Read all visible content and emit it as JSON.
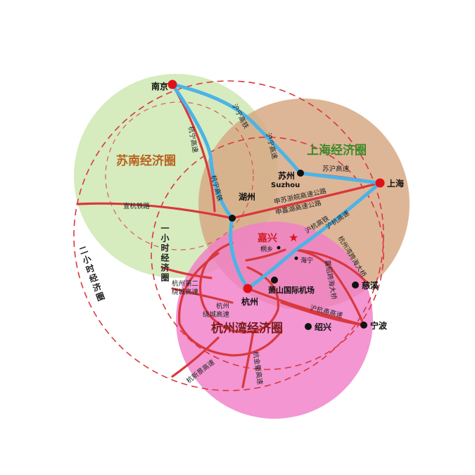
{
  "colors": {
    "sunan": "#cfe8b3",
    "shanghai": "#d7a985",
    "hangzhou_bay": "#f07fc8",
    "road": "#d9383d",
    "rail_blue": "#4bb4e6",
    "dashed": "#d9383d",
    "city_red": "#e0101a",
    "city_black": "#111111"
  },
  "regions": {
    "sunan": "苏南经济圈",
    "shanghai": "上海经济圈",
    "hangzhou_bay": "杭州湾经济圈",
    "one_hour": "一小时经济圈",
    "two_hour": "二小时经济圈"
  },
  "cities": {
    "nanjing": "南京",
    "suzhou": "苏州",
    "suzhou_en": "Suzhou",
    "shanghai": "上海",
    "huzhou": "湖州",
    "jiaxing": "嘉兴",
    "tongxiang": "桐乡",
    "haining": "海宁",
    "hangzhou": "杭州",
    "xiaoshan_airport": "萧山国际机场",
    "shaoxing": "绍兴",
    "ningbo": "宁波",
    "cixi": "慈溪"
  },
  "roads": {
    "hu_ning_gaotie": "沪宁高铁",
    "hu_ning_gaosu": "沪宁高速",
    "hang_ning_gaosu": "杭宁高速",
    "hang_ning_gaotie": "杭宁高铁",
    "su_hu_gaosu": "苏沪高速",
    "xuanhang_railway": "宣杭铁路",
    "shensuzhewan": "申苏浙皖高速公路",
    "shenjiahu": "申嘉湖高速公路",
    "huhang_gaotie": "沪杭高铁",
    "huhang_gaosu": "沪杭高速",
    "hangzhouwan_bridge": "杭州湾跨海大桥",
    "jiashao_bridge": "嘉绍跨海大桥",
    "hangzhou_ring2_a": "杭州第二",
    "hangzhou_ring2_b": "绕城高速",
    "hangzhou_ring_a": "杭州",
    "hangzhou_ring_b": "绕城高速",
    "hangyong_gaosu": "沪杭甬高速",
    "hangxinjing": "杭新景高速",
    "hangjinqu": "杭金衢高速"
  }
}
